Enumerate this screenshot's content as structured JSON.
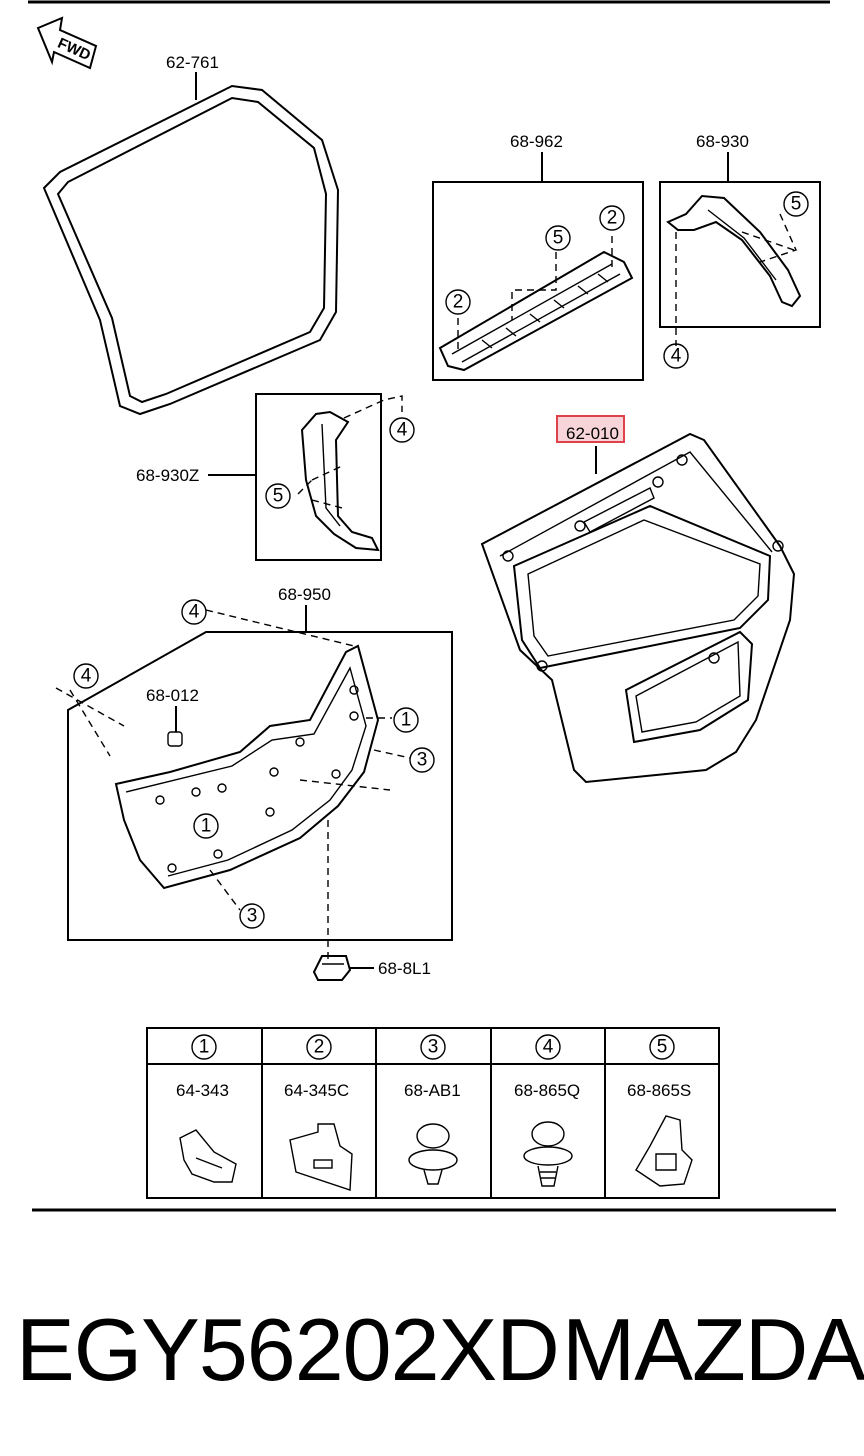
{
  "direction_tag": "FWD",
  "callouts": {
    "weatherstrip": "62-761",
    "upper_trim": "68-962",
    "side_trim_right": "68-930",
    "side_trim_left": "68-930Z",
    "liftgate": "62-010",
    "lower_trim": "68-950",
    "grommet": "68-012",
    "lamp": "68-8L1"
  },
  "ref_numbers": [
    "1",
    "2",
    "3",
    "4",
    "5"
  ],
  "fastener_table": [
    {
      "ref": "1",
      "part": "64-343"
    },
    {
      "ref": "2",
      "part": "64-345C"
    },
    {
      "ref": "3",
      "part": "68-AB1"
    },
    {
      "ref": "4",
      "part": "68-865Q"
    },
    {
      "ref": "5",
      "part": "68-865S"
    }
  ],
  "footer": {
    "part_number": "EGY56202XD",
    "brand": "MAZDA"
  },
  "colors": {
    "ink": "#000000",
    "highlight_border": "#e0404a",
    "highlight_fill": "#f6d4d8"
  }
}
